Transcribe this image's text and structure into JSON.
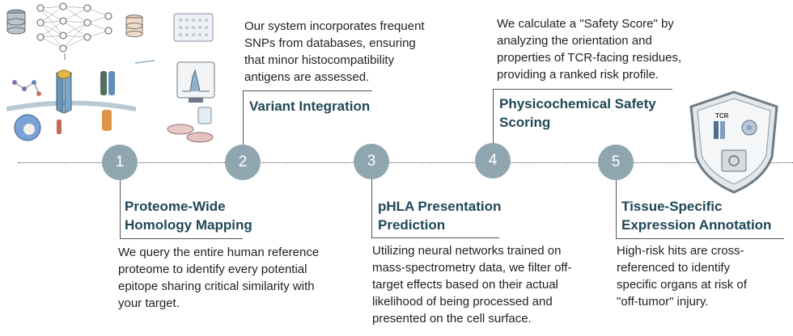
{
  "steps": [
    {
      "number": "1",
      "title_line1": "Proteome-Wide",
      "title_line2": "Homology Mapping",
      "description": [
        "We query the entire human reference",
        "proteome to identify every potential",
        "epitope sharing critical similarity with",
        "your target."
      ]
    },
    {
      "number": "2",
      "title_line1": "Variant Integration",
      "description": [
        "Our system incorporates frequent",
        "SNPs from databases, ensuring",
        "that minor histocompatibility",
        "antigens are assessed."
      ]
    },
    {
      "number": "3",
      "title_line1": "pHLA Presentation",
      "title_line2": "Prediction",
      "description": [
        "Utilizing neural networks trained on",
        "mass-spectrometry data, we filter off-",
        "target effects based on their actual",
        "likelihood of being processed and",
        "presented on the cell surface."
      ]
    },
    {
      "number": "4",
      "title_line1": "Physicochemical Safety",
      "title_line2": "Scoring",
      "description": [
        "We calculate a \"Safety Score\" by",
        "analyzing the orientation and",
        "properties of TCR-facing residues,",
        "providing a ranked risk profile."
      ]
    },
    {
      "number": "5",
      "title_line1": "Tissue-Specific",
      "title_line2": "Expression Annotation",
      "description": [
        "High-risk hits are cross-",
        "referenced to identify",
        "specific organs at risk of",
        "\"off-tumor\" injury."
      ]
    }
  ],
  "shield": {
    "label": "TCR"
  },
  "colors": {
    "node": "#8fa6b0",
    "title": "#1f4757",
    "accent": "#3aa9a6"
  }
}
